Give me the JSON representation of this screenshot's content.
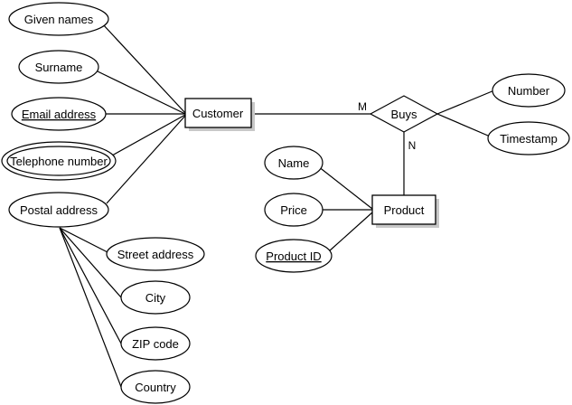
{
  "diagram": {
    "entities": {
      "customer": "Customer",
      "product": "Product"
    },
    "relationship": {
      "buys": "Buys",
      "cardinality_customer": "M",
      "cardinality_product": "N"
    },
    "customer_attributes": {
      "given_names": "Given names",
      "surname": "Surname",
      "email_address": "Email address",
      "telephone_number": "Telephone number",
      "postal_address": "Postal address"
    },
    "postal_address_parts": {
      "street_address": "Street address",
      "city": "City",
      "zip_code": "ZIP code",
      "country": "Country"
    },
    "buys_attributes": {
      "number": "Number",
      "timestamp": "Timestamp"
    },
    "product_attributes": {
      "name": "Name",
      "price": "Price",
      "product_id": "Product ID"
    }
  }
}
